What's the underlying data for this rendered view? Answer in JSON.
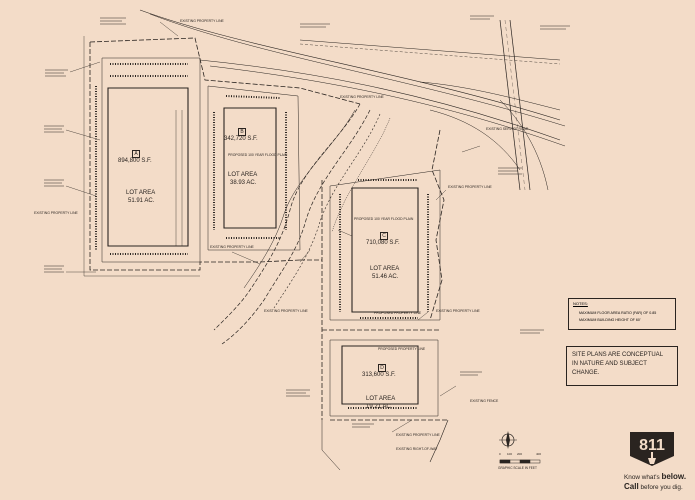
{
  "colors": {
    "background": "#f3dcc8",
    "ink": "#2a2420"
  },
  "buildings": [
    {
      "id": "A",
      "area": "894,800 S.F.",
      "lot_label": "LOT AREA",
      "lot_area": "51.91 AC."
    },
    {
      "id": "B",
      "area": "342,720 S.F.",
      "lot_label": "LOT AREA",
      "lot_area": "38.93 AC."
    },
    {
      "id": "C",
      "area": "710,080 S.F.",
      "lot_label": "LOT AREA",
      "lot_area": "51.46 AC."
    },
    {
      "id": "D",
      "area": "313,600 S.F.",
      "lot_label": "LOT AREA",
      "lot_area": "19.21 AC."
    }
  ],
  "callouts": {
    "existing_property_line": "EXISTING PROPERTY LINE",
    "existing_service_road": "EXISTING SERVICE ROAD",
    "existing_fence": "EXISTING FENCE",
    "proposed_floodplain": "PROPOSED 100 YEAR FLOOD PLAIN",
    "proposed_property_line": "PROPOSED PROPERTY LINE",
    "existing_right_of_way": "EXISTING RIGHT-OF-WAY"
  },
  "notes": {
    "title": "NOTES:",
    "items": [
      "MAXIMUM FLOOR AREA RATIO (FAR) OF 0.85",
      "MAXIMUM BUILDING HEIGHT OF 60'"
    ]
  },
  "disclaimer": [
    "SITE PLANS ARE CONCEPTUAL",
    "IN NATURE AND SUBJECT",
    "CHANGE."
  ],
  "scale_label": "GRAPHIC SCALE IN FEET",
  "scale_ticks": [
    "0",
    "100",
    "200",
    "400"
  ],
  "logo": {
    "number": "811",
    "tagline1": "Know what's below.",
    "tagline2": "Call before you dig.",
    "bold1": "below.",
    "bold2": "Call"
  },
  "icons": [
    "north-arrow-icon",
    "shovel-icon"
  ]
}
